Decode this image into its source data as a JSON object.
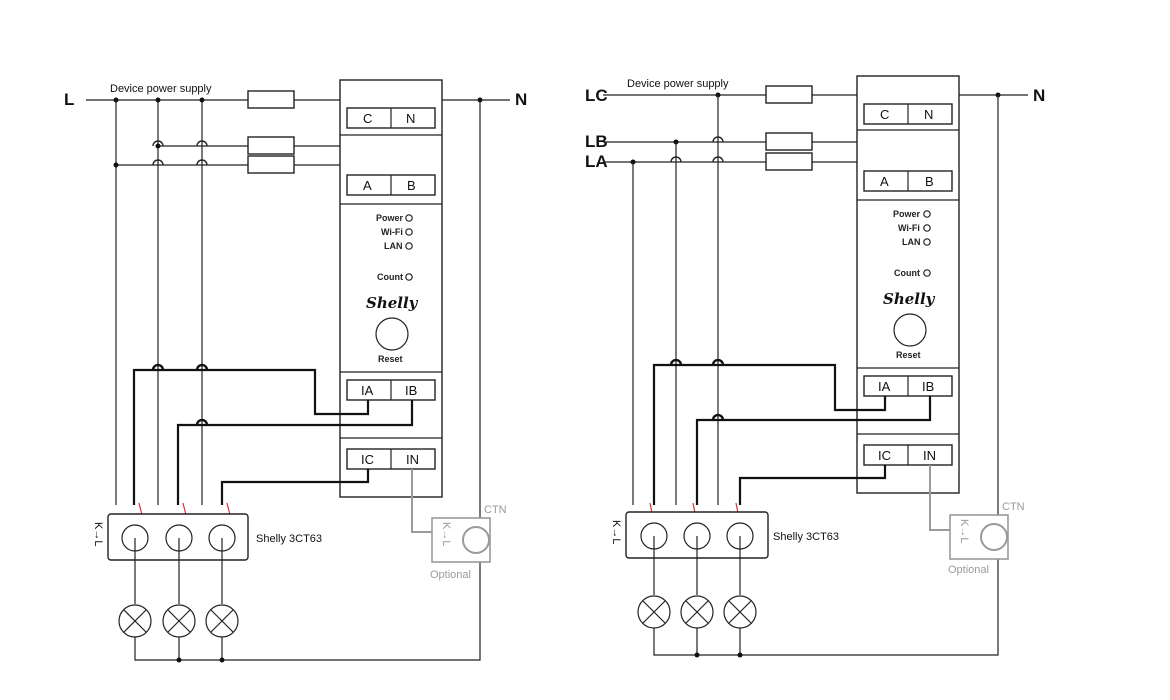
{
  "diagrams": [
    {
      "supply_label": "Device power supply",
      "line_labels": [
        "L"
      ],
      "neutral_label": "N",
      "terminals": {
        "c": "C",
        "n": "N",
        "a": "A",
        "b": "B",
        "ia": "IA",
        "ib": "IB",
        "ic": "IC",
        "in": "IN"
      },
      "leds": [
        "Power",
        "Wi-Fi",
        "LAN",
        "Count"
      ],
      "brand": "Shelly",
      "reset_label": "Reset",
      "ct_label": "Shelly 3CT63",
      "ct_direction": "K→L",
      "ctn_label": "CTN",
      "optional_label": "Optional"
    },
    {
      "supply_label": "Device power supply",
      "line_labels": [
        "LC",
        "LB",
        "LA"
      ],
      "neutral_label": "N",
      "terminals": {
        "c": "C",
        "n": "N",
        "a": "A",
        "b": "B",
        "ia": "IA",
        "ib": "IB",
        "ic": "IC",
        "in": "IN"
      },
      "leds": [
        "Power",
        "Wi-Fi",
        "LAN",
        "Count"
      ],
      "brand": "Shelly",
      "reset_label": "Reset",
      "ct_label": "Shelly 3CT63",
      "ct_direction": "K→L",
      "ctn_label": "CTN",
      "optional_label": "Optional"
    }
  ]
}
